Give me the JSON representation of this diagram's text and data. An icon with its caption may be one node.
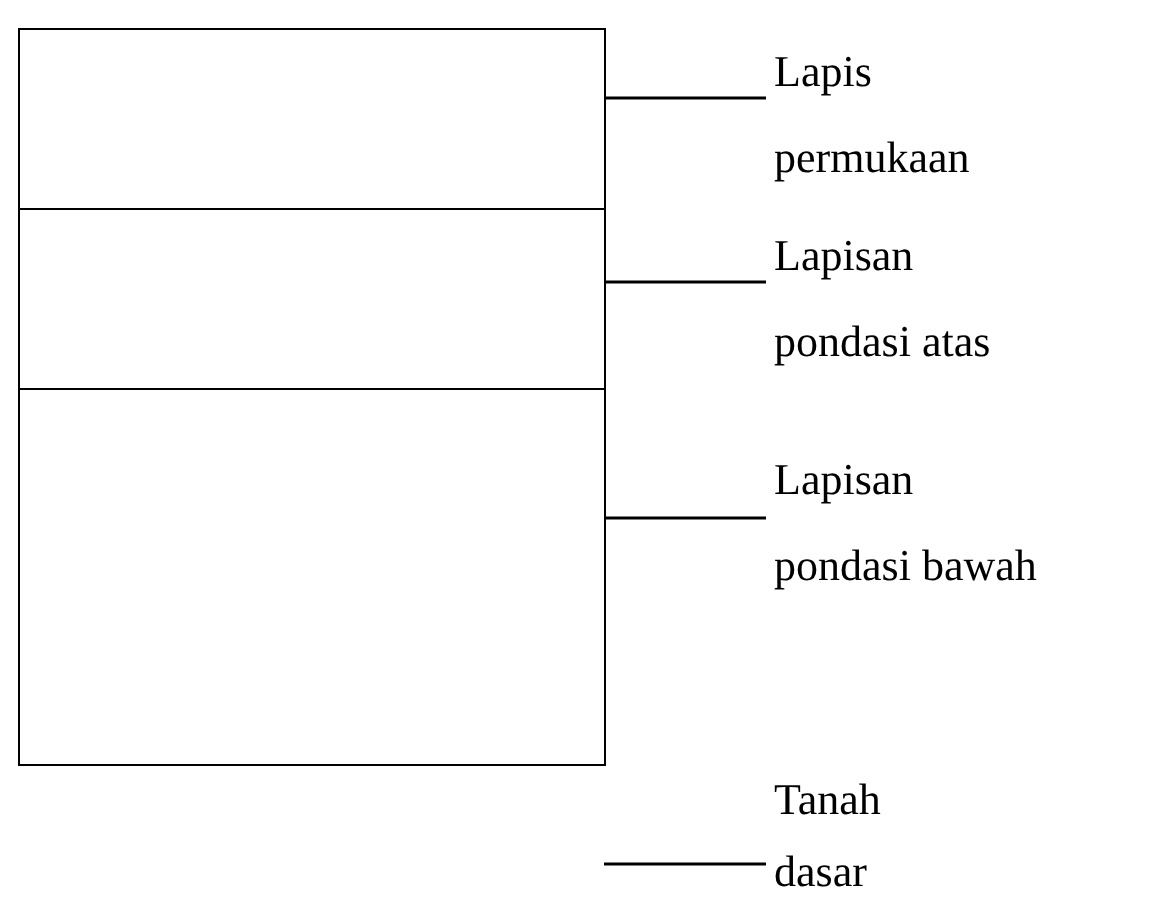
{
  "diagram": {
    "nodes": [
      {
        "text": [],
        "shape": "box"
      },
      {
        "text": [],
        "shape": "box"
      },
      {
        "text": [],
        "shape": "box"
      },
      {
        "text": [
          "Lapis permukaan"
        ]
      },
      {
        "text": [
          "Lapisan pondasi atas"
        ]
      },
      {
        "text": [
          "Lapisan pondasi bawah"
        ]
      },
      {
        "text": [
          "Tanah dasar"
        ]
      }
    ],
    "edges": [
      {
        "from": 3,
        "to": 0,
        "arrow": "none"
      },
      {
        "from": 4,
        "to": 1,
        "arrow": "none"
      },
      {
        "from": 5,
        "to": 2,
        "arrow": "none"
      },
      {
        "from": 6,
        "to": null,
        "arrow": "none"
      }
    ]
  }
}
